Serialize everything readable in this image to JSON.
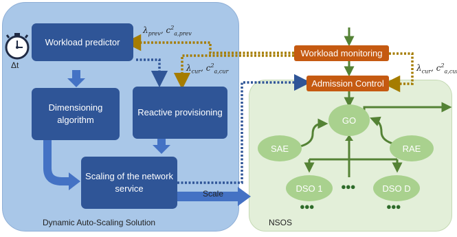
{
  "left_panel": {
    "caption": "Dynamic Auto-Scaling Solution"
  },
  "right_panel": {
    "caption": "NSOS"
  },
  "timer": {
    "label": "Δt"
  },
  "boxes": {
    "workload_predictor": "Workload predictor",
    "dimensioning": "Dimensioning algorithm",
    "reactive": "Reactive provisioning",
    "scaling": "Scaling of the network service",
    "workload_monitoring": "Workload monitoring",
    "admission_control": "Admission Control"
  },
  "nodes": {
    "go": "GO",
    "sae": "SAE",
    "rae": "RAE",
    "dso1": "DSO 1",
    "dsod": "DSO D",
    "ellipsis": "●●●"
  },
  "labels": {
    "scale": "Scale",
    "prev": {
      "lambda": "λ",
      "lambda_sub": "prev",
      "c": "c",
      "c_sub": "a,prev",
      "c_sup": "2"
    },
    "cur_mid": {
      "lambda": "λ",
      "lambda_sub": "cur",
      "c": "c",
      "c_sub": "a,cur",
      "c_sup": "2"
    },
    "cur_right": {
      "lambda": "λ",
      "lambda_sub": "cur",
      "c": "c",
      "c_sub": "a,cur",
      "c_sup": "2"
    }
  },
  "colors": {
    "panel_blue": "#a9c7e8",
    "box_blue": "#2f5597",
    "arrow_blue": "#4472c4",
    "orange": "#c55a11",
    "gold_dotted": "#a57c00",
    "green_panel": "#e3efd9",
    "green_node": "#a9d18e",
    "green_arrow": "#548235"
  }
}
